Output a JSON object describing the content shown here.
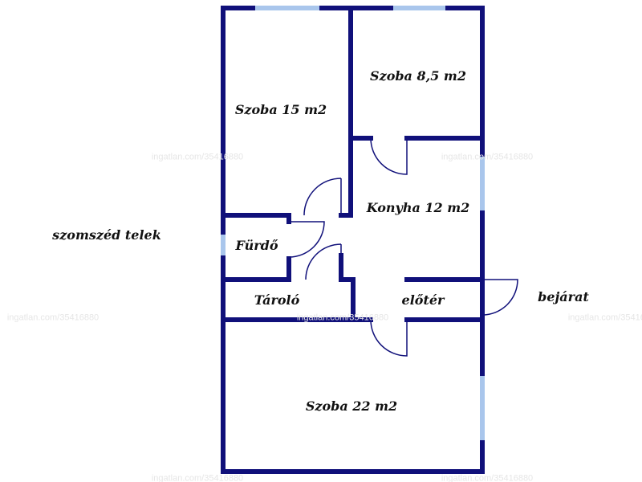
{
  "colors": {
    "wall": "#10107a",
    "window": "#a9c6ec",
    "text": "#111111",
    "watermark": "#e6e6e6"
  },
  "rooms": {
    "szoba_15": "Szoba 15 m2",
    "szoba_8_5": "Szoba 8,5 m2",
    "konyha": "Konyha 12 m2",
    "furdo": "Fürdő",
    "tarolo": "Tároló",
    "eloter": "előtér",
    "szoba_22": "Szoba 22 m2"
  },
  "outside": {
    "neighbor": "szomszéd telek",
    "entrance": "bejárat"
  },
  "watermark": "ingatlan.com/35416880"
}
